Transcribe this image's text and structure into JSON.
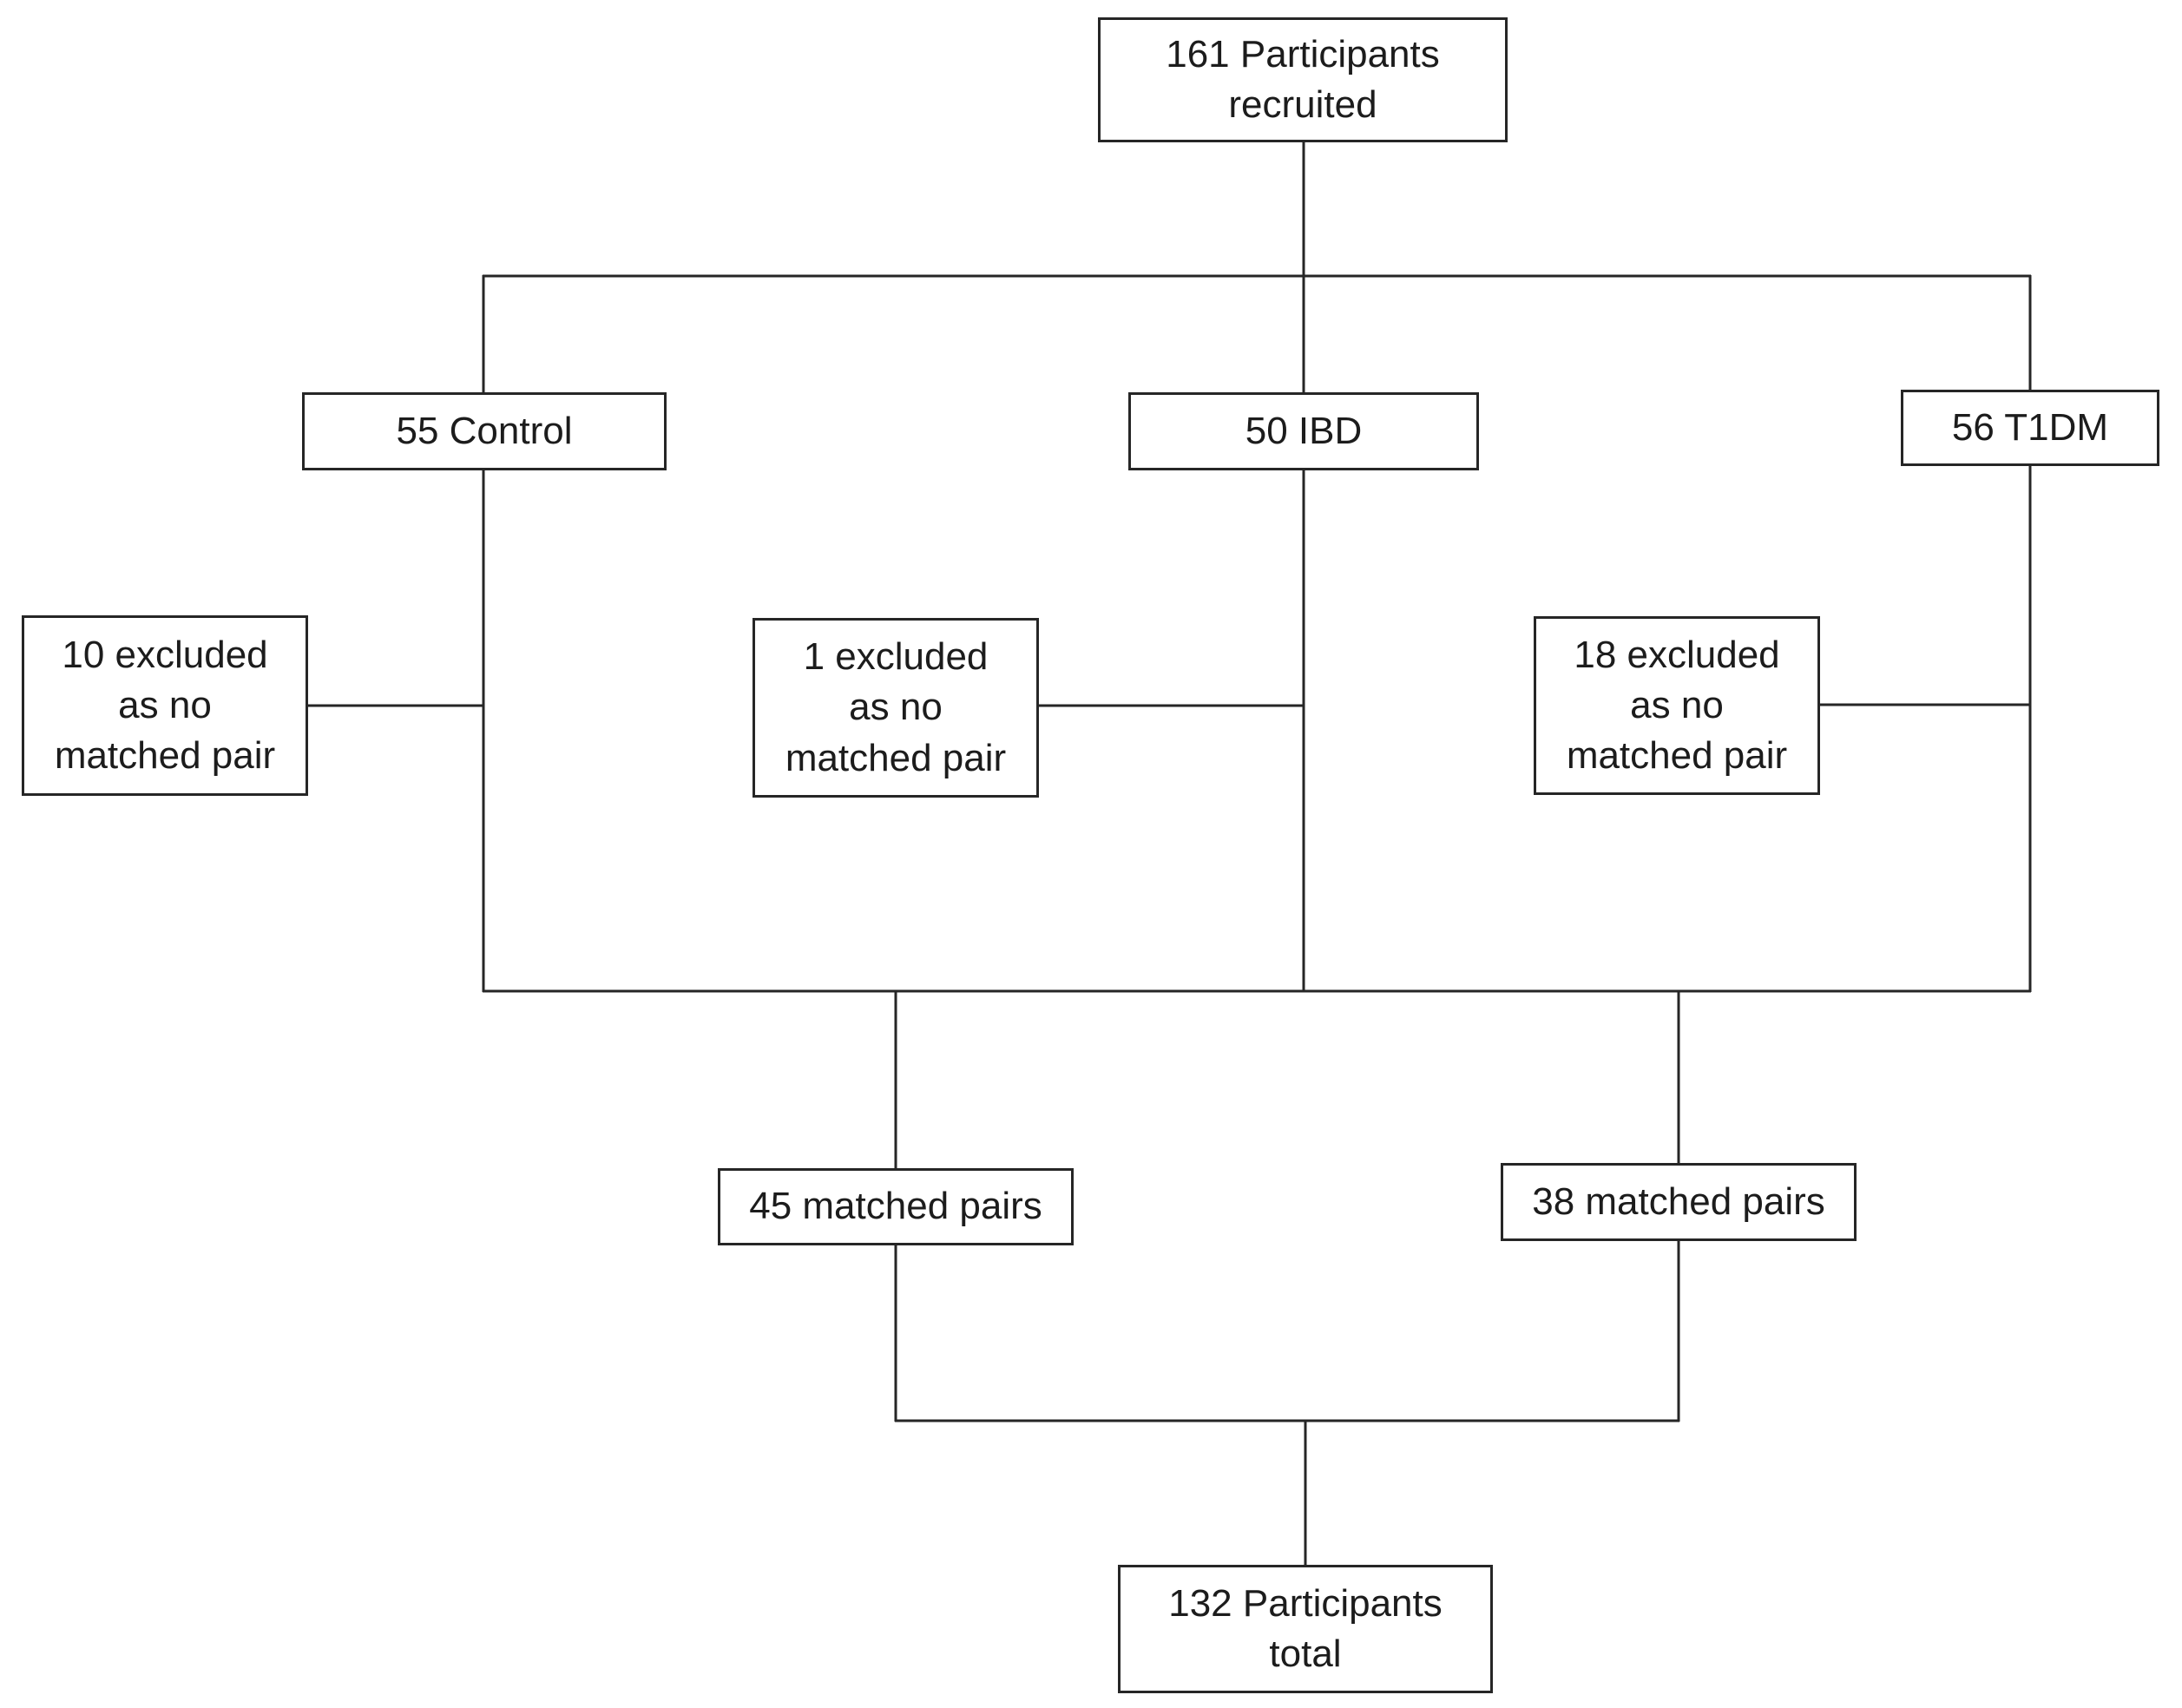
{
  "diagram": {
    "type": "participant-flow-diagram",
    "nodes": {
      "recruited": {
        "label": [
          "161 Participants",
          "recruited"
        ]
      },
      "control": {
        "label": [
          "55 Control"
        ]
      },
      "ibd": {
        "label": [
          "50 IBD"
        ]
      },
      "t1dm": {
        "label": [
          "56 T1DM"
        ]
      },
      "excluded_control": {
        "label": [
          "10 excluded",
          "as no",
          "matched pair"
        ]
      },
      "excluded_ibd": {
        "label": [
          "1 excluded",
          "as no",
          "matched pair"
        ]
      },
      "excluded_t1dm": {
        "label": [
          "18 excluded",
          "as no",
          "matched pair"
        ]
      },
      "matched_pairs_control_ibd": {
        "label": [
          "45 matched pairs"
        ]
      },
      "matched_pairs_ibd_t1dm": {
        "label": [
          "38 matched pairs"
        ]
      },
      "total": {
        "label": [
          "132 Participants",
          "total"
        ]
      }
    },
    "counts": {
      "recruited": 161,
      "control": 55,
      "ibd": 50,
      "t1dm": 56,
      "excluded_control": 10,
      "excluded_ibd": 1,
      "excluded_t1dm": 18,
      "matched_pairs_control_ibd": 45,
      "matched_pairs_ibd_t1dm": 38,
      "total": 132
    },
    "colors": {
      "line": "#262626",
      "text": "#1c1c1c",
      "box_fill": "#ffffff",
      "background": "#ffffff"
    }
  }
}
